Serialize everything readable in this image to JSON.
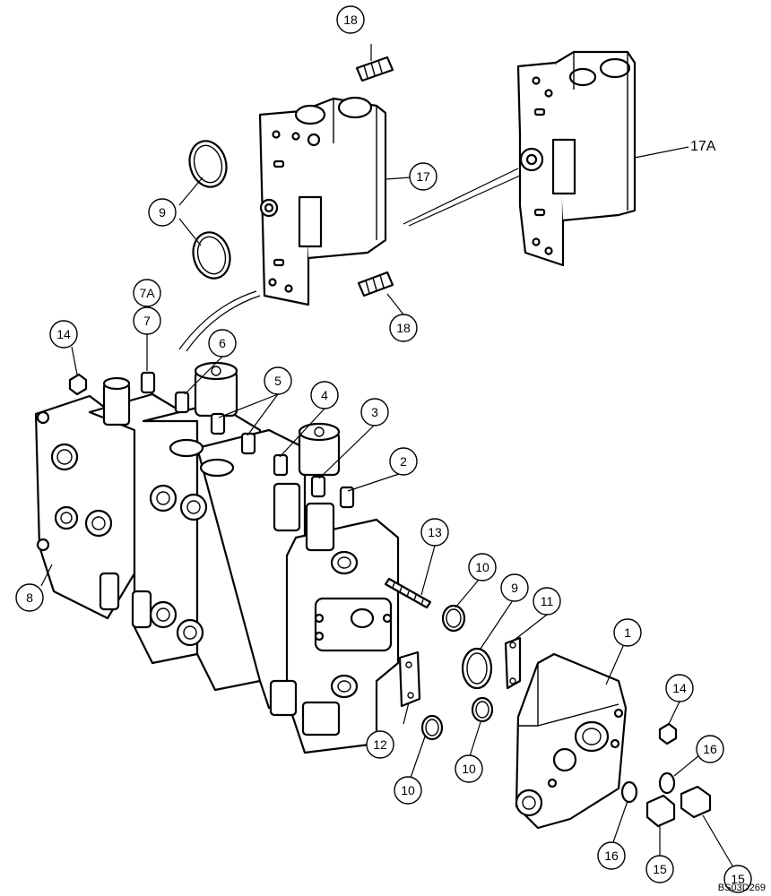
{
  "diagram": {
    "callouts": {
      "c1": "1",
      "c2": "2",
      "c3": "3",
      "c4": "4",
      "c5": "5",
      "c6": "6",
      "c7": "7",
      "c7a": "7A",
      "c8": "8",
      "c9_top": "9",
      "c9_right": "9",
      "c10_a": "10",
      "c10_b": "10",
      "c10_c": "10",
      "c11": "11",
      "c12": "12",
      "c13": "13",
      "c14_left": "14",
      "c14_right": "14",
      "c15_a": "15",
      "c15_b": "15",
      "c16_a": "16",
      "c16_b": "16",
      "c17": "17",
      "c18_top": "18",
      "c18_bottom": "18"
    },
    "plain_labels": {
      "l17a": "17A"
    },
    "reference_code": "BS03D269"
  }
}
